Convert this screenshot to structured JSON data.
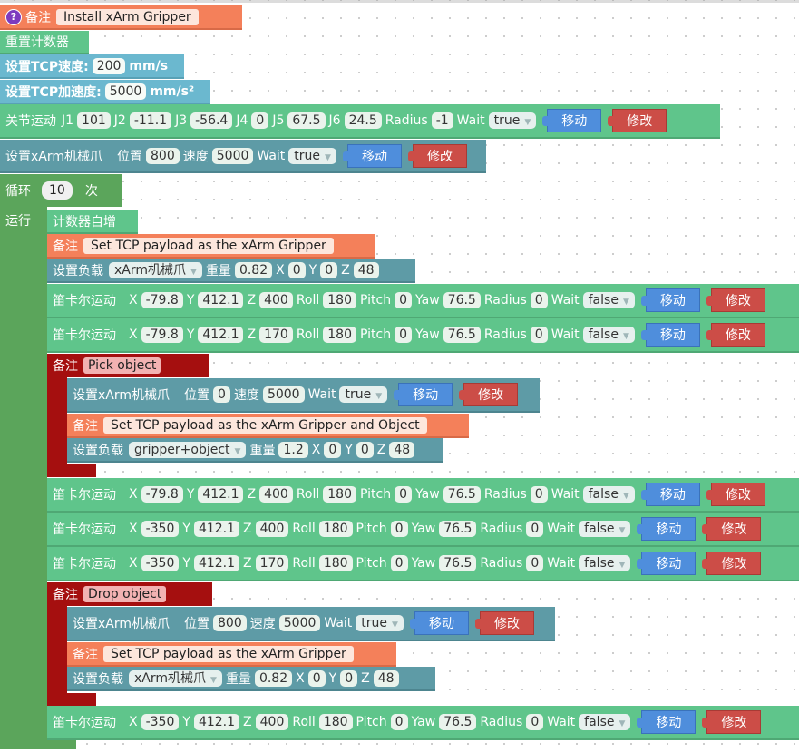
{
  "blocks": {
    "note1": {
      "label": "备注",
      "text": "Install xArm Gripper",
      "help": "?"
    },
    "reset_counter": {
      "label": "重置计数器"
    },
    "tcp_speed": {
      "label": "设置TCP速度:",
      "value": "200",
      "unit": "mm/s"
    },
    "tcp_acc": {
      "label": "设置TCP加速度:",
      "value": "5000",
      "unit": "mm/s²"
    },
    "joint_move": {
      "label": "关节运动",
      "fields": [
        {
          "k": "J1",
          "v": "101"
        },
        {
          "k": "J2",
          "v": "-11.1"
        },
        {
          "k": "J3",
          "v": "-56.4"
        },
        {
          "k": "J4",
          "v": "0"
        },
        {
          "k": "J5",
          "v": "67.5"
        },
        {
          "k": "J6",
          "v": "24.5"
        },
        {
          "k": "Radius",
          "v": "-1"
        }
      ],
      "wait_label": "Wait",
      "wait": "true",
      "move": "移动",
      "modify": "修改"
    },
    "gripper1": {
      "label": "设置xArm机械爪",
      "pos_label": "位置",
      "pos": "800",
      "speed_label": "速度",
      "speed": "5000",
      "wait_label": "Wait",
      "wait": "true",
      "move": "移动",
      "modify": "修改"
    },
    "loop": {
      "label": "循环",
      "count": "10",
      "unit": "次",
      "run": "运行"
    },
    "counter_inc": {
      "label": "计数器自增"
    },
    "note2": {
      "label": "备注",
      "text": "Set TCP payload as the xArm Gripper"
    },
    "payload1": {
      "label": "设置负载",
      "select": "xArm机械爪",
      "weight_label": "重量",
      "weight": "0.82",
      "x": "0",
      "y": "0",
      "z": "48"
    },
    "cart1": {
      "label": "笛卡尔运动",
      "x": "-79.8",
      "y": "412.1",
      "z": "400",
      "roll": "180",
      "pitch": "0",
      "yaw": "76.5",
      "radius": "0",
      "wait": "false"
    },
    "cart2": {
      "label": "笛卡尔运动",
      "x": "-79.8",
      "y": "412.1",
      "z": "170",
      "roll": "180",
      "pitch": "0",
      "yaw": "76.5",
      "radius": "0",
      "wait": "false"
    },
    "note_pick": {
      "label": "备注",
      "text": "Pick object"
    },
    "gripper2": {
      "label": "设置xArm机械爪",
      "pos_label": "位置",
      "pos": "0",
      "speed_label": "速度",
      "speed": "5000",
      "wait_label": "Wait",
      "wait": "true",
      "move": "移动",
      "modify": "修改"
    },
    "note3": {
      "label": "备注",
      "text": "Set TCP payload as the xArm Gripper and Object"
    },
    "payload2": {
      "label": "设置负载",
      "select": "gripper+object",
      "weight_label": "重量",
      "weight": "1.2",
      "x": "0",
      "y": "0",
      "z": "48"
    },
    "cart3": {
      "label": "笛卡尔运动",
      "x": "-79.8",
      "y": "412.1",
      "z": "400",
      "roll": "180",
      "pitch": "0",
      "yaw": "76.5",
      "radius": "0",
      "wait": "false"
    },
    "cart4": {
      "label": "笛卡尔运动",
      "x": "-350",
      "y": "412.1",
      "z": "400",
      "roll": "180",
      "pitch": "0",
      "yaw": "76.5",
      "radius": "0",
      "wait": "false"
    },
    "cart5": {
      "label": "笛卡尔运动",
      "x": "-350",
      "y": "412.1",
      "z": "170",
      "roll": "180",
      "pitch": "0",
      "yaw": "76.5",
      "radius": "0",
      "wait": "false"
    },
    "note_drop": {
      "label": "备注",
      "text": "Drop object"
    },
    "gripper3": {
      "label": "设置xArm机械爪",
      "pos_label": "位置",
      "pos": "800",
      "speed_label": "速度",
      "speed": "5000",
      "wait_label": "Wait",
      "wait": "true",
      "move": "移动",
      "modify": "修改"
    },
    "note4": {
      "label": "备注",
      "text": "Set TCP payload as the xArm Gripper"
    },
    "payload3": {
      "label": "设置负载",
      "select": "xArm机械爪",
      "weight_label": "重量",
      "weight": "0.82",
      "x": "0",
      "y": "0",
      "z": "48"
    },
    "cart6": {
      "label": "笛卡尔运动",
      "x": "-350",
      "y": "412.1",
      "z": "400",
      "roll": "180",
      "pitch": "0",
      "yaw": "76.5",
      "radius": "0",
      "wait": "false"
    }
  },
  "common": {
    "X": "X",
    "Y": "Y",
    "Z": "Z",
    "Roll": "Roll",
    "Pitch": "Pitch",
    "Yaw": "Yaw",
    "Radius": "Radius",
    "Wait": "Wait",
    "move": "移动",
    "modify": "修改"
  },
  "colors": {
    "note": "#f4805a",
    "motion": "#5fc58b",
    "tcp": "#6bb8cf",
    "gripper": "#5e9ba6",
    "loop": "#5ba55b",
    "comment_dark": "#a50f0f",
    "move_btn": "#4f8edc",
    "modify_btn": "#cc4d47"
  }
}
